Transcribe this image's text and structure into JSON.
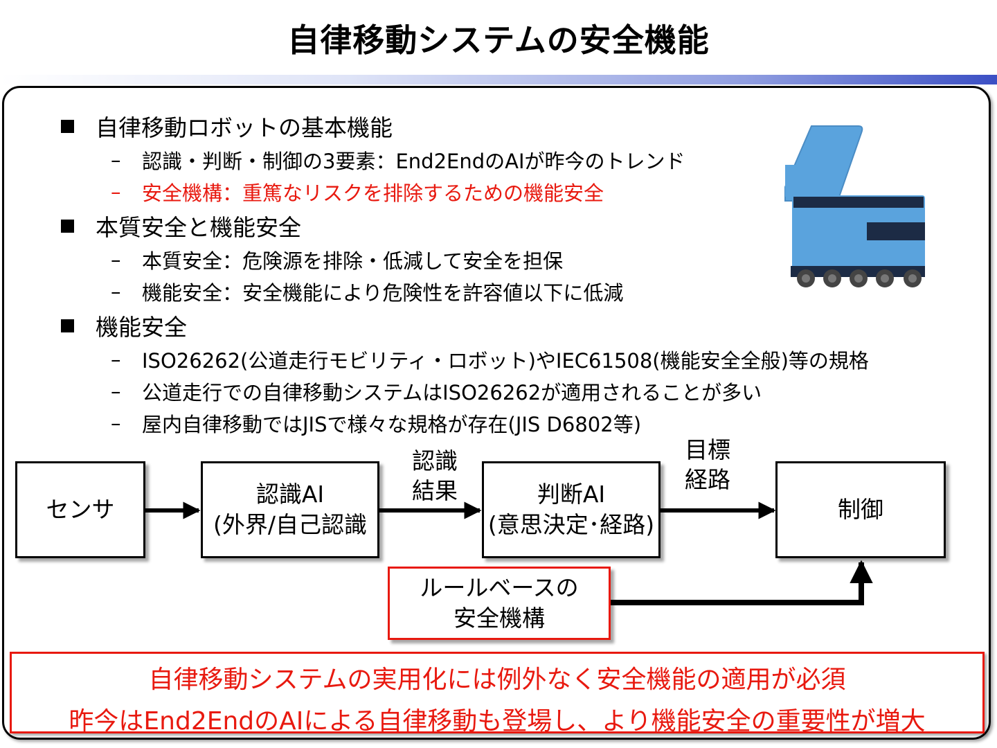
{
  "title": "自律移動システムの安全機能",
  "sections": [
    {
      "heading": "自律移動ロボットの基本機能",
      "items": [
        {
          "text": "認識・判断・制御の3要素：End2EndのAIが昨今のトレンド",
          "color": "#000000"
        },
        {
          "text": "安全機構：重篤なリスクを排除するための機能安全",
          "color": "#e8190f"
        }
      ]
    },
    {
      "heading": "本質安全と機能安全",
      "items": [
        {
          "text": "本質安全：危険源を排除・低減して安全を担保",
          "color": "#000000"
        },
        {
          "text": "機能安全：安全機能により危険性を許容値以下に低減",
          "color": "#000000"
        }
      ]
    },
    {
      "heading": "機能安全",
      "items": [
        {
          "text": "ISO26262(公道走行モビリティ・ロボット)やIEC61508(機能安全全般)等の規格",
          "color": "#000000"
        },
        {
          "text": "公道走行での自律移動システムはISO26262が適用されることが多い",
          "color": "#000000"
        },
        {
          "text": "屋内自律移動ではJISで様々な規格が存在(JIS D6802等)",
          "color": "#000000"
        }
      ]
    }
  ],
  "diagram": {
    "sensor": "センサ",
    "recognition": {
      "line1": "認識AI",
      "line2": "(外界/自己認識"
    },
    "recognition_result": {
      "line1": "認識",
      "line2": "結果"
    },
    "judgment": {
      "line1": "判断AI",
      "line2": "(意思決定･経路)"
    },
    "target_path": {
      "line1": "目標",
      "line2": "経路"
    },
    "control": "制御",
    "safety": {
      "line1": "ルールベースの",
      "line2": "安全機構"
    }
  },
  "conclusion": {
    "line1": "自律移動システムの実用化には例外なく安全機能の適用が必須",
    "line2": "昨今はEnd2EndのAIによる自律移動も登場し、より機能安全の重要性が増大"
  },
  "colors": {
    "accent_red": "#e8190f",
    "robot_body": "#5aa3dd",
    "robot_stripe": "#1c2b45"
  },
  "robot_icon": "delivery-robot-illustration"
}
